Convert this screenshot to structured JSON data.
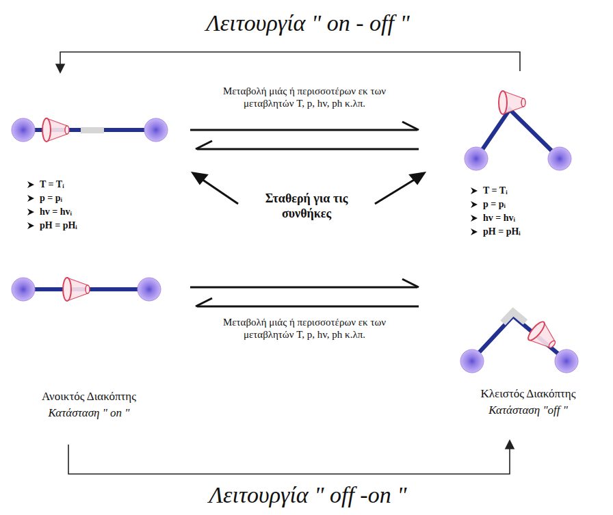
{
  "diagram": {
    "labels": [
      "Λειτουργία \" on - off \"",
      "Μεταβολή μιάς ή περισσοτέρων εκ των μεταβλητών T, p, hv, ph κ.λπ.",
      "T = Tᵢ",
      "p = pᵢ",
      "hv = hvᵢ",
      "pH = pHᵢ",
      "Σταθερή για τις συνθήκες",
      "T = Tᵢ",
      "p = pᵢ",
      "hv = hvᵢ",
      "pH = pHᵢ",
      "Μεταβολή μιάς ή περισσοτέρων εκ των μεταβλητών T, p, hv, ph κ.λπ.",
      "Ανοικτός Διακόπτης",
      "Κατάσταση \" on \"",
      "Κλειστός Διακόπτης",
      "Κατάσταση \"off \"",
      "Λειτουργία \" off -on \""
    ]
  }
}
